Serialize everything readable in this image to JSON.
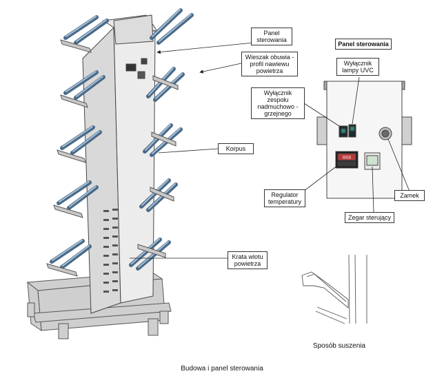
{
  "labels": {
    "panel_sterowania": "Panel sterowania",
    "wieszak": "Wieszak obuwia - profil nawiewu powietrza",
    "korpus": "Korpus",
    "krata": "Krata wlotu powietrza",
    "panel_title": "Panel sterowania",
    "wylacznik_uvc": "Wyłącznik lampy UVC",
    "wylacznik_zespolu": "Wyłącznik zespołu nadmuchowo - grzejnego",
    "regulator": "Regulator temperatury",
    "zamek": "Zamek",
    "zegar": "Zegar sterujący"
  },
  "captions": {
    "sposob": "Sposób suszenia",
    "main": "Budowa i panel sterowania"
  },
  "display": {
    "reading": "888"
  },
  "colors": {
    "tube": "#8da9c4",
    "tube_dark": "#5d7c99",
    "frame": "#9a9a9a",
    "body": "#e4e4e4",
    "indicator": "#2a8a7a"
  }
}
